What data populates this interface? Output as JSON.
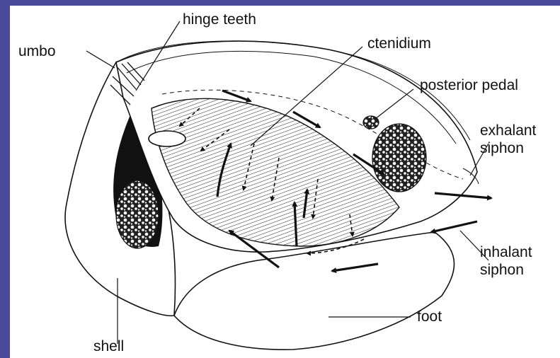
{
  "labels": {
    "hinge_teeth": "hinge teeth",
    "umbo": "umbo",
    "ctenidium": "ctenidium",
    "posterior_pedal": "posterior pedal",
    "exhalant_line1": "exhalant",
    "exhalant_line2": "siphon",
    "inhalant_line1": "inhalant",
    "inhalant_line2": "siphon",
    "foot": "foot",
    "shell": "shell"
  },
  "colors": {
    "border": "#4a4a9a",
    "background": "#ffffff",
    "ink": "#111111"
  }
}
